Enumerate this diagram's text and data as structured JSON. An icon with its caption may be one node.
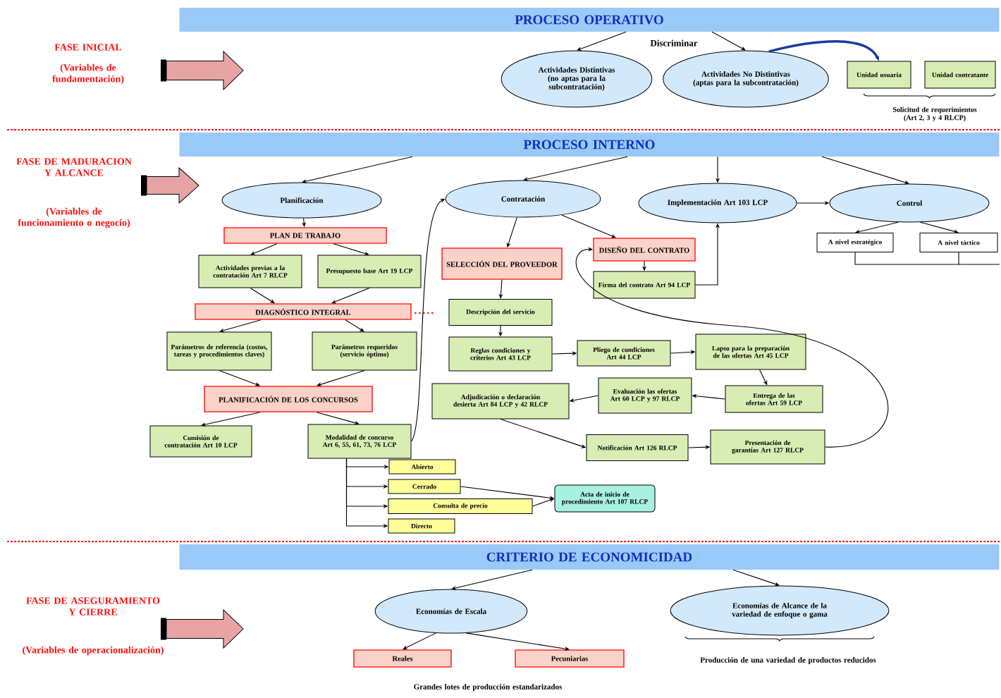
{
  "diagram": {
    "nodes": [
      {
        "text": [
          "PROCESO OPERATIVO"
        ]
      },
      {
        "text": [
          "Actividades Distintivas",
          "(no aptas para la subcontratación)"
        ]
      },
      {
        "text": [
          "Actividades No Distintivas",
          "(aptas para la subcontratación)"
        ]
      },
      {
        "text": [
          "Unidad usuaria"
        ]
      },
      {
        "text": [
          "Unidad contratante"
        ]
      },
      {
        "text": [
          "PROCESO INTERNO"
        ]
      },
      {
        "text": [
          "Planificación"
        ]
      },
      {
        "text": [
          "Contratación"
        ]
      },
      {
        "text": [
          "Implementación Art 103 LCP"
        ]
      },
      {
        "text": [
          "Control"
        ]
      },
      {
        "text": [
          "A nivel estratégico"
        ]
      },
      {
        "text": [
          "A nivel táctico"
        ]
      },
      {
        "text": [
          "PLAN DE TRABAJO"
        ]
      },
      {
        "text": [
          "Actividades previas a la contratación Art 7 RLCP"
        ]
      },
      {
        "text": [
          "Presupuesto base Art 19 LCP"
        ]
      },
      {
        "text": [
          "DIAGNÓSTICO INTEGRAL"
        ]
      },
      {
        "text": [
          "Parámetros de referencia (costos, tareas y procedimientos claves)"
        ]
      },
      {
        "text": [
          "Parámetros requeridos (servicio óptimo)"
        ]
      },
      {
        "text": [
          "PLANIFICACIÓN DE LOS CONCURSOS"
        ]
      },
      {
        "text": [
          "Comisión de contratación Art 10 LCP"
        ]
      },
      {
        "text": [
          "Modalidad de concurso Art 6, 55, 61, 73, 76 LCP"
        ]
      },
      {
        "text": [
          "Abierto"
        ]
      },
      {
        "text": [
          "Cerrado"
        ]
      },
      {
        "text": [
          "Consulta de precio"
        ]
      },
      {
        "text": [
          "Directo"
        ]
      },
      {
        "text": [
          "Acta de inicio de procedimiento Art 107 RLCP"
        ]
      },
      {
        "text": [
          "SELECCIÓN DEL PROVEEDOR"
        ]
      },
      {
        "text": [
          "Descripción del servicio"
        ]
      },
      {
        "text": [
          "Reglas condiciones y criterios Art 43 LCP"
        ]
      },
      {
        "text": [
          "Pliego de condiciones Art 44 LCP"
        ]
      },
      {
        "text": [
          "Lapso para la preparación de las ofertas Art 45 LCP"
        ]
      },
      {
        "text": [
          "Entrega de las ofertas Art 59 LCP"
        ]
      },
      {
        "text": [
          "Evaluación las ofertas Art 60 LCP y 97 RLCP"
        ]
      },
      {
        "text": [
          "Adjudicación o declaración desierta Art 84 LCP y 42 RLCP"
        ]
      },
      {
        "text": [
          "Notificación Art 126 RLCP"
        ]
      },
      {
        "text": [
          "Presentación de garantías Art 127 RLCP"
        ]
      },
      {
        "text": [
          "DISEÑO DEL CONTRATO"
        ]
      },
      {
        "text": [
          "Firma del contrato Art 94 LCP"
        ]
      },
      {
        "text": [
          "CRITERIO DE ECONOMICIDAD"
        ]
      },
      {
        "text": [
          "Economías de Escala"
        ]
      },
      {
        "text": [
          "Reales"
        ]
      },
      {
        "text": [
          "Pecuniarias"
        ]
      },
      {
        "text": [
          "Economías de Alcance de la variedad de enfoque o gama"
        ]
      }
    ],
    "edges": [
      {
        "from": 0,
        "to": 1,
        "arrow": "to"
      },
      {
        "from": 0,
        "to": 2,
        "arrow": "to"
      },
      {
        "from": 2,
        "to": 3,
        "arrow": "to",
        "style": "thick",
        "color": "#1a3aa0"
      },
      {
        "from": 5,
        "to": 6,
        "arrow": "to"
      },
      {
        "from": 5,
        "to": 7,
        "arrow": "to"
      },
      {
        "from": 5,
        "to": 8,
        "arrow": "to"
      },
      {
        "from": 5,
        "to": 9,
        "arrow": "to"
      },
      {
        "from": 8,
        "to": 9,
        "arrow": "to"
      },
      {
        "from": 9,
        "to": 10,
        "arrow": "to"
      },
      {
        "from": 9,
        "to": 11,
        "arrow": "to"
      },
      {
        "from": 6,
        "to": 12,
        "arrow": "to"
      },
      {
        "from": 12,
        "to": 13,
        "arrow": "to"
      },
      {
        "from": 12,
        "to": 14,
        "arrow": "to"
      },
      {
        "from": 13,
        "to": 15,
        "arrow": "to"
      },
      {
        "from": 14,
        "to": 15,
        "arrow": "to"
      },
      {
        "from": 15,
        "to": 16,
        "arrow": "to"
      },
      {
        "from": 15,
        "to": 17,
        "arrow": "to"
      },
      {
        "from": 16,
        "to": 18,
        "arrow": "to"
      },
      {
        "from": 17,
        "to": 18,
        "arrow": "to"
      },
      {
        "from": 18,
        "to": 19,
        "arrow": "to"
      },
      {
        "from": 18,
        "to": 20,
        "arrow": "to"
      },
      {
        "from": 20,
        "to": 7,
        "arrow": "to"
      },
      {
        "from": 20,
        "to": 21,
        "arrow": "to"
      },
      {
        "from": 20,
        "to": 22,
        "arrow": "to"
      },
      {
        "from": 20,
        "to": 23,
        "arrow": "to"
      },
      {
        "from": 20,
        "to": 24,
        "arrow": "to"
      },
      {
        "from": 22,
        "to": 25,
        "arrow": "to"
      },
      {
        "from": 23,
        "to": 25,
        "arrow": "to"
      },
      {
        "from": 7,
        "to": 26,
        "arrow": "to"
      },
      {
        "from": 7,
        "to": 36,
        "arrow": "to"
      },
      {
        "from": 26,
        "to": 27,
        "arrow": "to"
      },
      {
        "from": 27,
        "to": 28,
        "arrow": "to"
      },
      {
        "from": 28,
        "to": 29,
        "arrow": "to"
      },
      {
        "from": 29,
        "to": 30,
        "arrow": "to"
      },
      {
        "from": 30,
        "to": 31,
        "arrow": "to"
      },
      {
        "from": 31,
        "to": 32,
        "arrow": "to"
      },
      {
        "from": 32,
        "to": 33,
        "arrow": "to"
      },
      {
        "from": 33,
        "to": 34,
        "arrow": "to"
      },
      {
        "from": 34,
        "to": 35,
        "arrow": "to"
      },
      {
        "from": 35,
        "to": 36,
        "arrow": "to"
      },
      {
        "from": 36,
        "to": 37,
        "arrow": "to"
      },
      {
        "from": 37,
        "to": 8,
        "arrow": "to"
      },
      {
        "from": 38,
        "to": 39,
        "arrow": "to"
      },
      {
        "from": 38,
        "to": 42,
        "arrow": "to"
      },
      {
        "from": 39,
        "to": 40,
        "arrow": "to"
      },
      {
        "from": 39,
        "to": 41,
        "arrow": "to"
      },
      {
        "from": 10,
        "to": 11,
        "arrow": "none"
      }
    ],
    "labels": [
      "FASE INICIAL",
      "(Variables de fundamentación)",
      "Discriminar",
      "Solicitud de requerimientos (Art 2, 3 y 4 RLCP)",
      "FASE DE MADURACION Y ALCANCE",
      "(Variables de funcionamiento o negocio)",
      "FASE DE ASEGURAMIENTO Y CIERRE",
      "(Variables de operacionalización)",
      "Grandes lotes de producción estandarizados",
      "Producción de una variedad de productos reducidos"
    ]
  }
}
